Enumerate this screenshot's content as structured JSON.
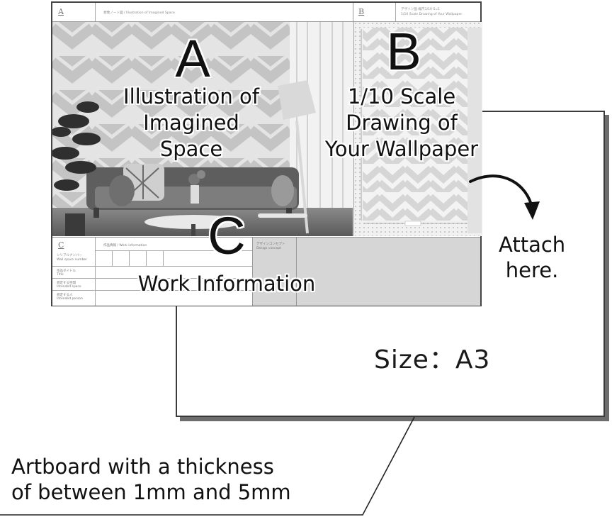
{
  "sheet": {
    "header_a": {
      "letter": "A",
      "text": "想像ノート図 / Illustration of Imagined Space"
    },
    "header_b": {
      "letter": "B",
      "text_1": "デザイン画 縮尺1/10 S=1",
      "text_2": "1/10 Scale Drawing of Your Wallpaper"
    },
    "panel_a": {
      "letter": "A",
      "caption_lines": [
        "Illustration of",
        "Imagined",
        "Space"
      ]
    },
    "panel_b": {
      "letter": "B",
      "caption_lines": [
        "1/10 Scale",
        "Drawing of",
        "Your Wallpaper"
      ]
    },
    "panel_c": {
      "letter": "C",
      "caption": "Work Information",
      "header_letter": "C",
      "header_title": "作品情報 / Work information",
      "rows": [
        {
          "jp": "シリアルナンバー",
          "en": "Wall space number"
        },
        {
          "jp": "作品タイトル",
          "en": "Title"
        },
        {
          "jp": "想定する空間",
          "en": "Intended space"
        },
        {
          "jp": "想定する人",
          "en": "Intended person"
        }
      ],
      "concept_jp": "デザインコンセプト",
      "concept_en": "Design concept"
    }
  },
  "artboard": {
    "size_label": "Size：A3"
  },
  "attach_note": [
    "Attach",
    "here."
  ],
  "footnote": [
    "Artboard with a thickness",
    "of between 1mm and 5mm"
  ]
}
